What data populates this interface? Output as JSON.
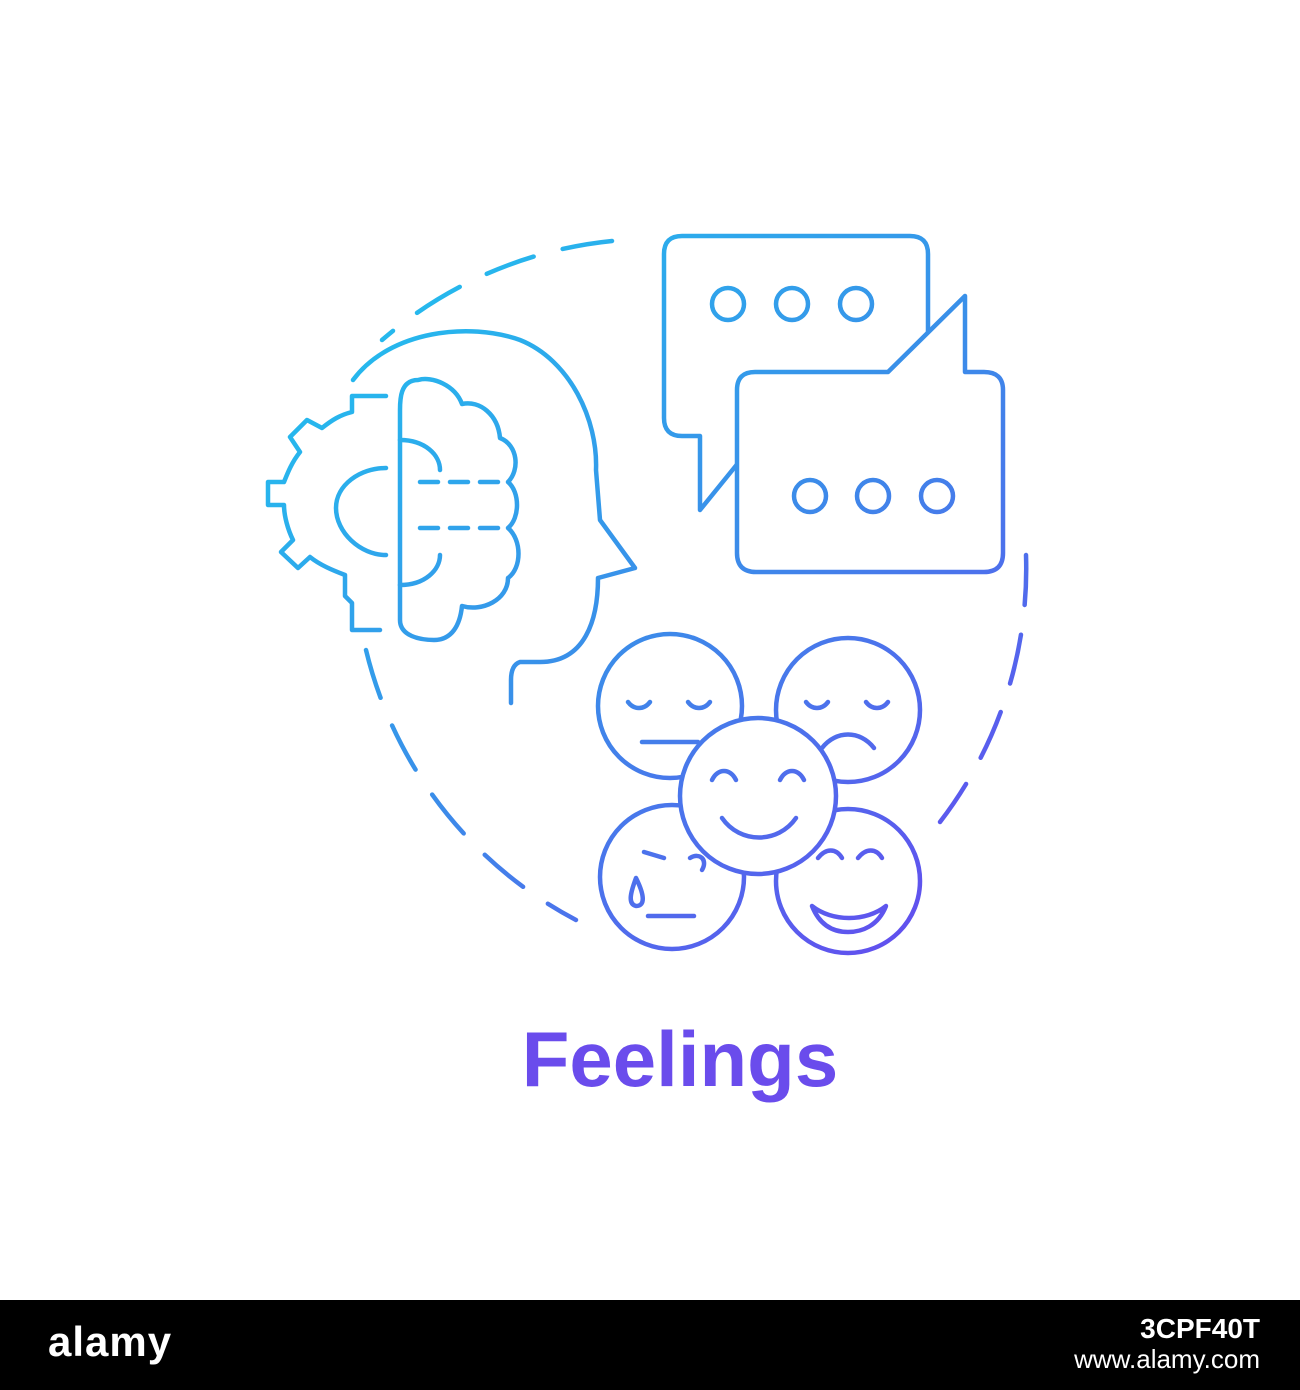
{
  "illustration": {
    "caption": "Feelings",
    "icon_names": [
      "brain-gear-head-icon",
      "chat-bubbles-icon",
      "emotion-faces-icon"
    ],
    "colors": {
      "gradient_start": "#1ec8ef",
      "gradient_end": "#6a42f0",
      "caption": "#6a4cec",
      "background": "#ffffff"
    }
  },
  "watermark": {
    "brand": "alamy",
    "image_id": "3CPF40T",
    "url": "www.alamy.com",
    "colors": {
      "bar": "#000000",
      "text": "#ffffff"
    }
  }
}
